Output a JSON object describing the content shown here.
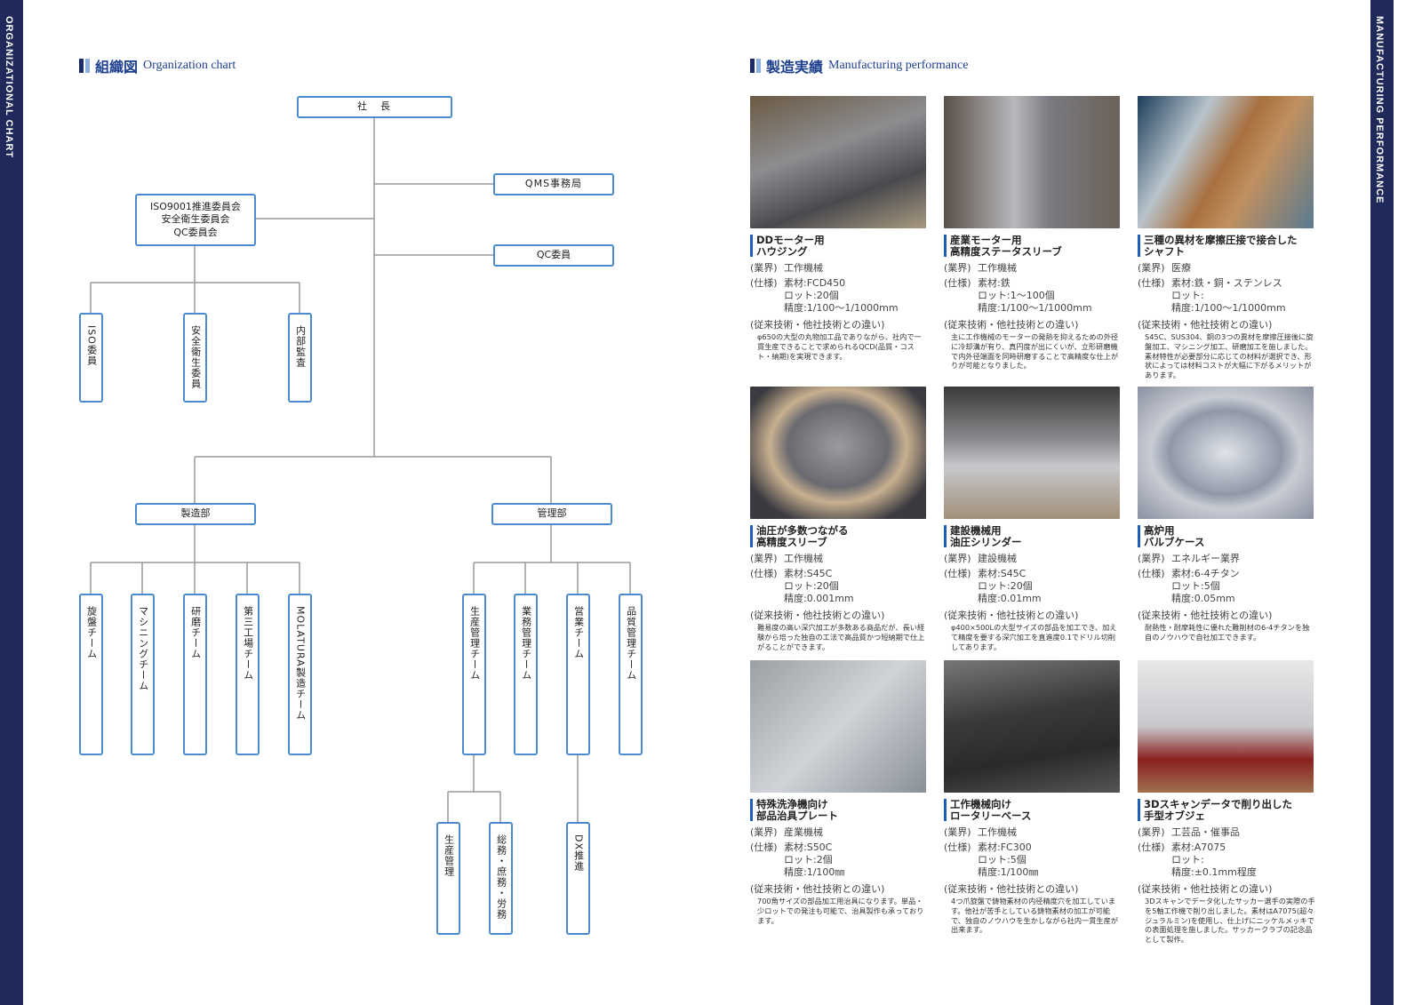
{
  "left_tab": "ORGANIZATIONAL CHART",
  "right_tab": "MANUFACTURING PERFORMANCE",
  "org": {
    "title_jp": "組織図",
    "title_en": "Organization chart",
    "president": "社　長",
    "qms": "QMS事務局",
    "qc": "QC委員",
    "committees": [
      "ISO9001推進委員会",
      "安全衛生委員会",
      "QC委員会"
    ],
    "committee_members": [
      "ISO委員",
      "安全衛生委員",
      "内部監査"
    ],
    "manufacturing": "製造部",
    "management": "管理部",
    "manufacturing_teams": [
      "旋盤チーム",
      "マシニングチーム",
      "研磨チーム",
      "第三工場チーム",
      "MOLATURA製造チーム"
    ],
    "management_teams": [
      "生産管理チーム",
      "業務管理チーム",
      "営業チーム",
      "品質管理チーム"
    ],
    "production_sub": [
      "生産管理",
      "総務・庶務・労務"
    ],
    "sales_sub": [
      "DX推進"
    ]
  },
  "perf": {
    "title_jp": "製造実績",
    "title_en": "Manufacturing performance",
    "industry_label": "(業界)",
    "spec_label": "(仕様)",
    "diff_label": "(従来技術・他社技術との違い)",
    "items": [
      {
        "title": [
          "DDモーター用",
          "ハウジング"
        ],
        "industry": "工作機械",
        "material": "素材:FCD450",
        "lot": "ロット:20個",
        "precision": "精度:1/100〜1/1000mm",
        "diff": "φ650の大型の丸物加工品でありながら、社内で一貫生産できることで求められるQCD(品質・コスト・納期)を実現できます。"
      },
      {
        "title": [
          "産業モーター用",
          "高精度ステータスリーブ"
        ],
        "industry": "工作機械",
        "material": "素材:鉄",
        "lot": "ロット:1〜100個",
        "precision": "精度:1/100〜1/1000mm",
        "diff": "主に工作機械のモーターの発熱を抑えるための外径に冷却溝が有り、真円度が出にくいが、立形研磨機で内外径端面を同時研磨することで高精度な仕上がりが可能となりました。"
      },
      {
        "title": [
          "三種の異材を摩擦圧接で接合した",
          "シャフト"
        ],
        "industry": "医療",
        "material": "素材:鉄・銅・ステンレス",
        "lot": "ロット:",
        "precision": "精度:1/100〜1/1000mm",
        "diff": "S45C、SUS304、銅の3つの異材を摩擦圧接後に旋盤加工、マシニング加工、研磨加工を施しました。素材特性が必要部分に応じての材料が選択でき、形状によっては材料コストが大幅に下がるメリットがあります。"
      },
      {
        "title": [
          "油圧が多数つながる",
          "高精度スリーブ"
        ],
        "industry": "工作機械",
        "material": "素材:S45C",
        "lot": "ロット:20個",
        "precision": "精度:0.001mm",
        "diff": "難易度の高い深穴加工が多数ある商品だが、長い経験から培った独自の工法で高品質かつ短納期で仕上がることができます。"
      },
      {
        "title": [
          "建設機械用",
          "油圧シリンダー"
        ],
        "industry": "建設機械",
        "material": "素材:S45C",
        "lot": "ロット:20個",
        "precision": "精度:0.01mm",
        "diff": "φ400×500Lの大型サイズの部品を加工でき、加えて精度を要する深穴加工を直進度0.1でドリル切削してあります。"
      },
      {
        "title": [
          "高炉用",
          "バルブケース"
        ],
        "industry": "エネルギー業界",
        "material": "素材:6-4チタン",
        "lot": "ロット:5個",
        "precision": "精度:0.05mm",
        "diff": "耐熱性・耐摩耗性に優れた難削材の6-4チタンを独自のノウハウで自社加工できます。"
      },
      {
        "title": [
          "特殊洗浄機向け",
          "部品治具プレート"
        ],
        "industry": "産業機械",
        "material": "素材:S50C",
        "lot": "ロット:2個",
        "precision": "精度:1/100㎜",
        "diff": "700角サイズの部品加工用治具になります。単品・少ロットでの発注も可能で、治具製作も承っております。"
      },
      {
        "title": [
          "工作機械向け",
          "ロータリーベース"
        ],
        "industry": "工作機械",
        "material": "素材:FC300",
        "lot": "ロット:5個",
        "precision": "精度:1/100㎜",
        "diff": "4つ爪旋盤で鋳物素材の内径精度穴を加工しています。他社が苦手としている鋳物素材の加工が可能で、独自のノウハウを生かしながら社内一貫生産が出来ます。"
      },
      {
        "title": [
          "3Dスキャンデータで削り出した",
          "手型オブジェ"
        ],
        "industry": "工芸品・催事品",
        "material": "素材:A7075",
        "lot": "ロット:",
        "precision": "精度:±0.1mm程度",
        "diff": "3Dスキャンでデータ化したサッカー選手の実際の手を5軸工作機で削り出しました。素材はA7075(超々ジュラルミン)を使用し、仕上げにニッケルメッキでの表面処理を施しました。サッカークラブの記念品として製作。"
      }
    ]
  }
}
